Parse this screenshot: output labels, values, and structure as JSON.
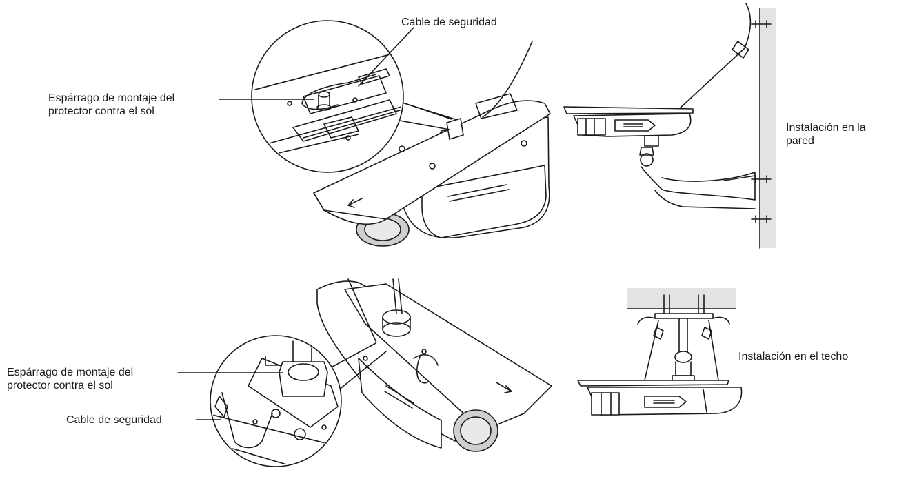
{
  "labels": {
    "safety_cable_top": "Cable de seguridad",
    "stud_top": {
      "line1": "Espárrago de montaje del",
      "line2": "protector contra el sol"
    },
    "wall_install": {
      "line1": "Instalación en la",
      "line2": "pared"
    },
    "stud_bottom": {
      "line1": "Espárrago de montaje del",
      "line2": "protector contra el sol"
    },
    "safety_cable_bottom": "Cable de seguridad",
    "ceiling_install": "Instalación en el techo"
  },
  "colors": {
    "line": "#1a1a1a",
    "wall_fill": "#e3e3e3",
    "ceiling_fill": "#e3e3e3",
    "lens_fill": "#cfcfcf"
  }
}
